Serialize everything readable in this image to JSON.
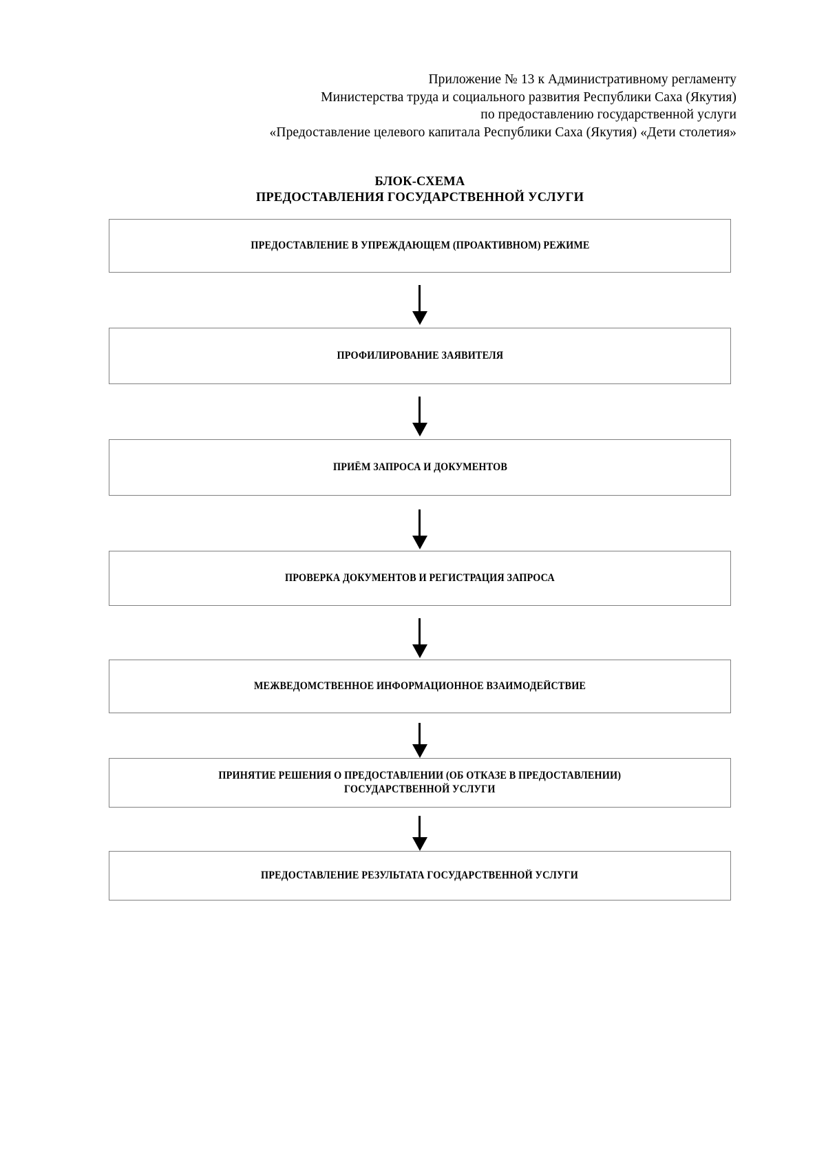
{
  "document": {
    "header_lines": [
      "Приложение № 13 к Административному регламенту",
      "Министерства труда и социального развития Республики Саха (Якутия)",
      "по предоставлению государственной услуги",
      "«Предоставление целевого капитала Республики Саха (Якутия) «Дети столетия»"
    ],
    "title_lines": [
      "БЛОК-СХЕМА",
      "ПРЕДОСТАВЛЕНИЯ ГОСУДАРСТВЕННОЙ УСЛУГИ"
    ]
  },
  "flowchart": {
    "border_color": "#808080",
    "arrow_color": "#000000",
    "nodes": [
      {
        "label": "ПРЕДОСТАВЛЕНИЕ В УПРЕЖДАЮЩЕМ (ПРОАКТИВНОМ) РЕЖИМЕ"
      },
      {
        "label": "ПРОФИЛИРОВАНИЕ ЗАЯВИТЕЛЯ"
      },
      {
        "label": "ПРИЁМ ЗАПРОСА И ДОКУМЕНТОВ"
      },
      {
        "label": "ПРОВЕРКА ДОКУМЕНТОВ И РЕГИСТРАЦИЯ ЗАПРОСА"
      },
      {
        "label": "МЕЖВЕДОМСТВЕННОЕ ИНФОРМАЦИОННОЕ ВЗАИМОДЕЙСТВИЕ"
      },
      {
        "label": "ПРИНЯТИЕ РЕШЕНИЯ О ПРЕДОСТАВЛЕНИИ (ОБ ОТКАЗЕ В ПРЕДОСТАВЛЕНИИ)\nГОСУДАРСТВЕННОЙ УСЛУГИ"
      },
      {
        "label": "ПРЕДОСТАВЛЕНИЕ РЕЗУЛЬТАТА ГОСУДАРСТВЕННОЙ УСЛУГИ"
      }
    ],
    "connector_count": 6
  }
}
